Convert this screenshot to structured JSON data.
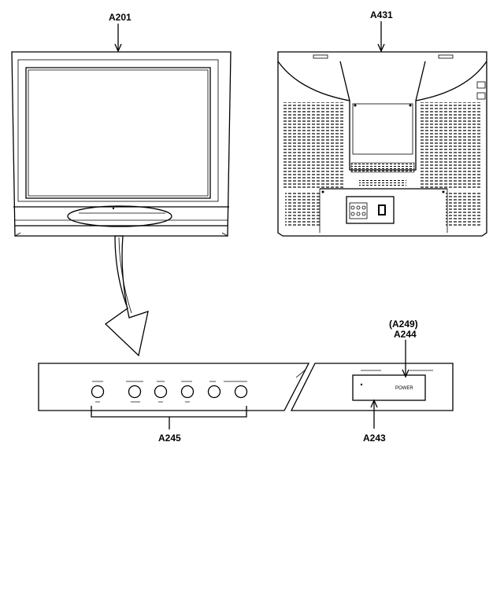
{
  "labels": {
    "front_tv": "A201",
    "rear_tv": "A431",
    "power_led_alt": "(A249)",
    "power_led": "A244",
    "buttons": "A245",
    "power_window": "A243"
  },
  "panel": {
    "power_text": "POWER"
  },
  "icons": [
    "arrow-down-curved",
    "vent-grille",
    "bracket-line"
  ]
}
